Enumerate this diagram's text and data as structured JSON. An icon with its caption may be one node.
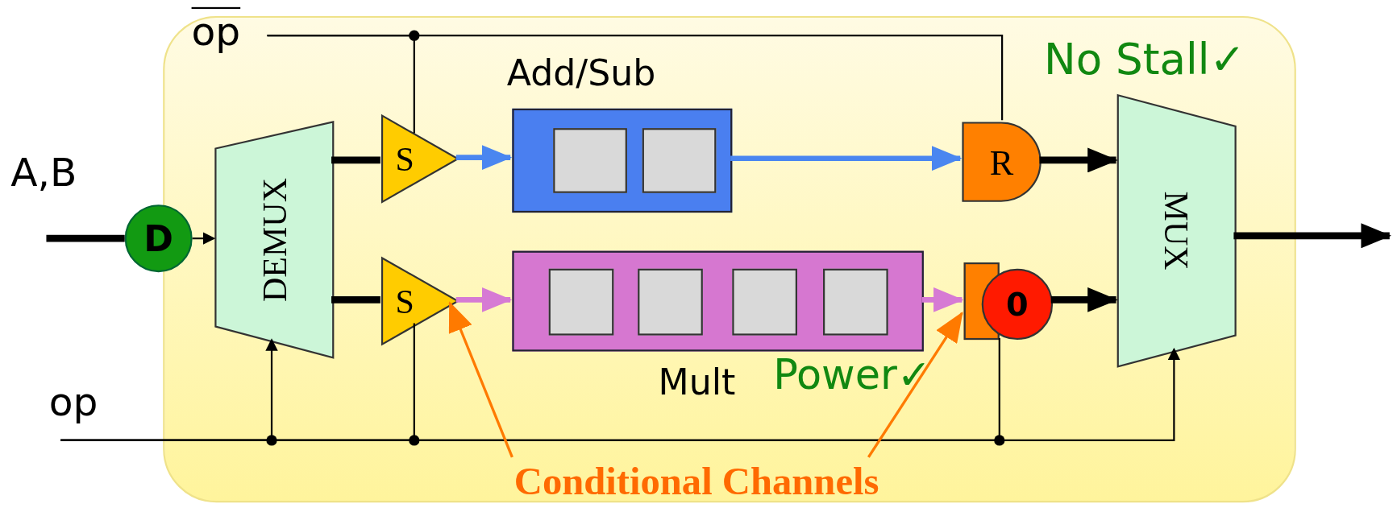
{
  "diagram": {
    "nodes": [
      {
        "text": [],
        "shape": "box"
      },
      {
        "text": [
          "D"
        ]
      },
      {
        "text": [
          "DEMUX"
        ],
        "in": 0
      },
      {
        "text": [
          "S"
        ],
        "in": 0
      },
      {
        "text": [
          "Add/Sub"
        ],
        "in": 0
      },
      {
        "text": [],
        "shape": "box",
        "in": 4
      },
      {
        "text": [],
        "shape": "box",
        "in": 4
      },
      {
        "text": [
          "R"
        ],
        "in": 0
      },
      {
        "text": [
          "MUX"
        ],
        "in": 0
      },
      {
        "text": [
          "S"
        ],
        "in": 0
      },
      {
        "text": [
          "Mult"
        ],
        "in": 0
      },
      {
        "text": [],
        "shape": "box",
        "in": 10
      },
      {
        "text": [],
        "shape": "box",
        "in": 10
      },
      {
        "text": [],
        "shape": "box",
        "in": 10
      },
      {
        "text": [],
        "shape": "box",
        "in": 10
      },
      {
        "text": [
          "0"
        ],
        "in": 0
      },
      {
        "text": [
          "Conditional Channels"
        ],
        "in": 0
      }
    ],
    "edges": [
      {
        "from": null,
        "to": 1,
        "arrow": "none"
      },
      {
        "from": 1,
        "to": 2,
        "arrow": "to"
      },
      {
        "from": 2,
        "to": 3,
        "arrow": "none"
      },
      {
        "from": 2,
        "to": 9,
        "arrow": "none"
      },
      {
        "from": 3,
        "to": 4,
        "arrow": "to",
        "color": "#4a86f0"
      },
      {
        "from": 4,
        "to": 7,
        "arrow": "to",
        "color": "#4a86f0"
      },
      {
        "from": 9,
        "to": 10,
        "arrow": "to",
        "color": "#d67ad4"
      },
      {
        "from": 10,
        "to": 15,
        "arrow": "to",
        "color": "#d67ad4"
      },
      {
        "from": 7,
        "to": 8,
        "arrow": "to"
      },
      {
        "from": 15,
        "to": 8,
        "arrow": "to"
      },
      {
        "from": 8,
        "to": null,
        "arrow": "to"
      },
      {
        "from": null,
        "to": 3,
        "arrow": "none"
      },
      {
        "from": null,
        "to": 7,
        "arrow": "none"
      },
      {
        "from": null,
        "to": 2,
        "arrow": "to"
      },
      {
        "from": null,
        "to": 9,
        "arrow": "none"
      },
      {
        "from": null,
        "to": 15,
        "arrow": "none"
      },
      {
        "from": null,
        "to": 8,
        "arrow": "to"
      },
      {
        "from": 16,
        "to": 9,
        "arrow": "to",
        "color": "#ff7a00"
      },
      {
        "from": 16,
        "to": 15,
        "arrow": "to",
        "color": "#ff7a00"
      }
    ],
    "labels": [
      "op",
      "No Stall✓",
      "A,B",
      "Power✓",
      "op"
    ]
  }
}
